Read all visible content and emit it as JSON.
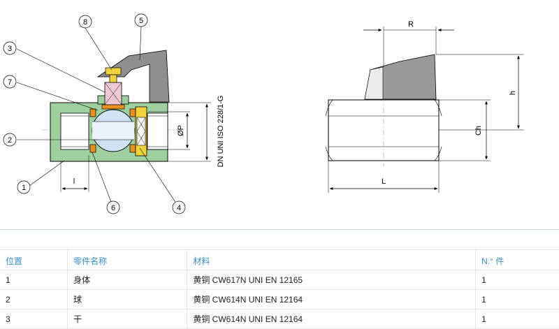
{
  "drawing": {
    "callouts": [
      "8",
      "5",
      "3",
      "7",
      "2",
      "1",
      "6",
      "4"
    ],
    "dim_l_left": "l",
    "dim_dp": "ØP",
    "standard": "DN UNI ISO 228/1-G",
    "dim_r": "R",
    "dim_h": "h",
    "dim_ch": "Ch",
    "dim_l_right": "L"
  },
  "table": {
    "headers": [
      "位置",
      "零件名称",
      "材料",
      "N.° 件"
    ],
    "rows": [
      [
        "1",
        "身体",
        "黄铜 CW617N UNI EN 12165",
        "1"
      ],
      [
        "2",
        "球",
        "黄铜 CW614N UNI EN 12164",
        "1"
      ],
      [
        "3",
        "干",
        "黄铜 CW614N UNI EN 12164",
        "1"
      ]
    ]
  },
  "colors": {
    "body_green": "#9fce9f",
    "seal_orange": "#e8901e",
    "nut_yellow": "#f2d23c",
    "stem_pink": "#eec8d4",
    "ball_blue": "#cfe3f3",
    "handle_grey": "#8f8f8f",
    "header_blue": "#3c8fc3"
  }
}
